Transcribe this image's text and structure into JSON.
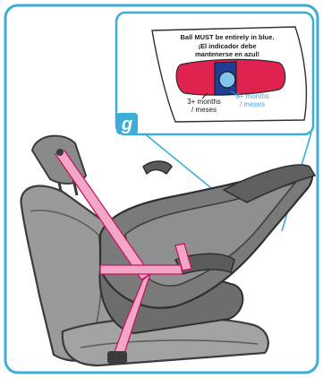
{
  "inset": {
    "warning_en": "Ball MUST be entirely in blue.",
    "warning_es_line1": "¡El indicador debe",
    "warning_es_line2": "mantenerse en azul!",
    "indicator_left_line1": "3+ months",
    "indicator_left_line2": "/ meses",
    "indicator_right_line1": "0+ months",
    "indicator_right_line2": "/ meses",
    "callout_letter": "g"
  },
  "colors": {
    "frame_blue": "#3aaed8",
    "belt_pink": "#f4a6c8",
    "indicator_red": "#e0234e",
    "indicator_blue": "#1f3f96",
    "ball_light_blue": "#7fc4ea",
    "label_blue": "#4aa3d8",
    "seat_gray": "#9a9a9a",
    "car_seat_dark": "#6d6d6d"
  }
}
